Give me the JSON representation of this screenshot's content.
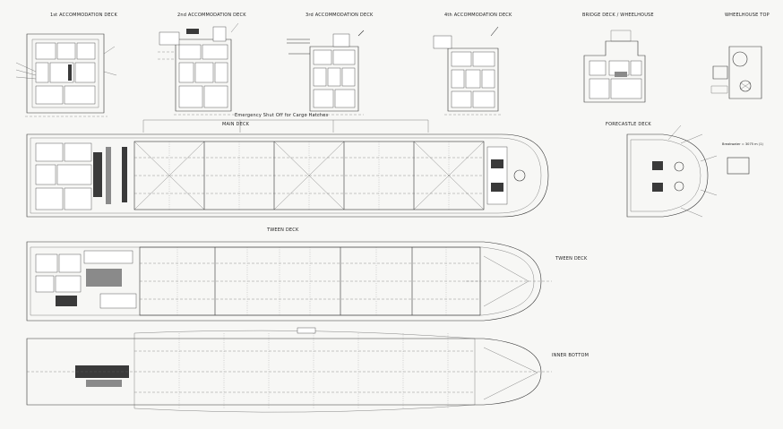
{
  "labels": {
    "acc1": "1st ACCOMMODATION DECK",
    "acc2": "2nd ACCOMMODATION DECK",
    "acc3": "3rd ACCOMMODATION DECK",
    "acc4": "4th ACCOMMODATION DECK",
    "bridge": "BRIDGE DECK / WHEELHOUSE",
    "wheelhouse_top": "WHEELHOUSE TOP",
    "emergency": "Emergency Shut Off for Cargo Hatches",
    "main_deck": "MAIN DECK",
    "forecastle": "FORECASTLE DECK",
    "tween_deck_top": "TWEEN DECK",
    "tween_deck_side": "TWEEN DECK",
    "inner_bottom": "INNER BOTTOM",
    "forecastle_note": "Breakwater = 3075 m (1)"
  },
  "colors": {
    "ink": "#333333",
    "paper": "#f7f7f5"
  }
}
